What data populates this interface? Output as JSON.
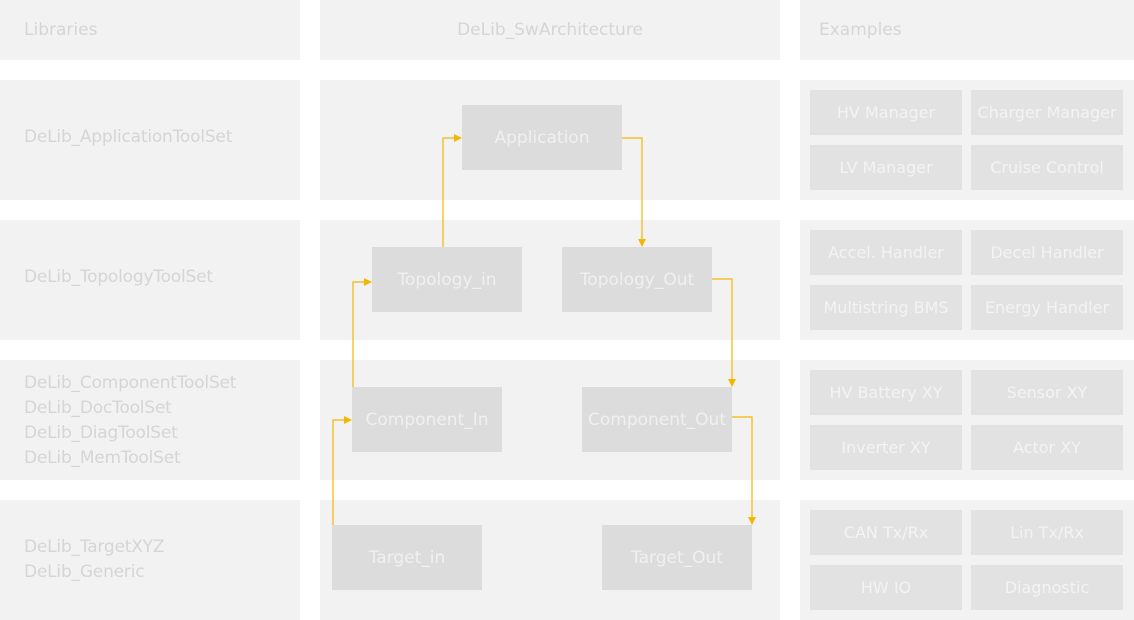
{
  "colors": {
    "panel": "#f2f2f2",
    "box": "#dcdcdc",
    "arrow": "#f2b705"
  },
  "headers": {
    "libraries": "Libraries",
    "architecture": "DeLib_SwArchitecture",
    "examples": "Examples"
  },
  "libraries": {
    "application": [
      "DeLib_ApplicationToolSet"
    ],
    "topology": [
      "DeLib_TopologyToolSet"
    ],
    "component": [
      "DeLib_ComponentToolSet",
      "DeLib_DocToolSet",
      "DeLib_DiagToolSet",
      "DeLib_MemToolSet"
    ],
    "target": [
      "DeLib_TargetXYZ",
      "DeLib_Generic"
    ]
  },
  "architecture": {
    "application": "Application",
    "topology_in": "Topology_in",
    "topology_out": "Topology_Out",
    "component_in": "Component_In",
    "component_out": "Component_Out",
    "target_in": "Target_in",
    "target_out": "Target_Out"
  },
  "examples": {
    "application": [
      "HV Manager",
      "Charger Manager",
      "LV Manager",
      "Cruise Control"
    ],
    "topology": [
      "Accel. Handler",
      "Decel Handler",
      "Multistring BMS",
      "Energy Handler"
    ],
    "component": [
      "HV Battery XY",
      "Sensor XY",
      "Inverter XY",
      "Actor XY"
    ],
    "target": [
      "CAN Tx/Rx",
      "Lin Tx/Rx",
      "HW IO",
      "Diagnostic"
    ]
  }
}
